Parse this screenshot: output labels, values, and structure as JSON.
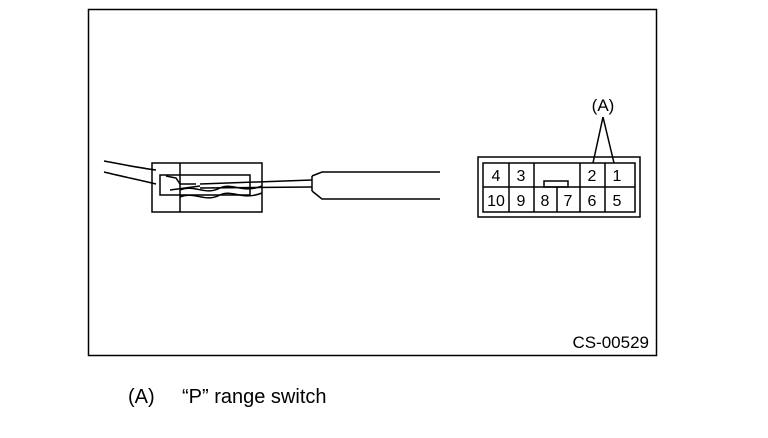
{
  "callout": "(A)",
  "figure_code": "CS-00529",
  "connector": {
    "top_row": [
      "4",
      "3",
      "2",
      "1"
    ],
    "bottom_row": [
      "10",
      "9",
      "8",
      "7",
      "6",
      "5"
    ]
  },
  "legend": {
    "key": "(A)",
    "text": "“P” range switch"
  }
}
